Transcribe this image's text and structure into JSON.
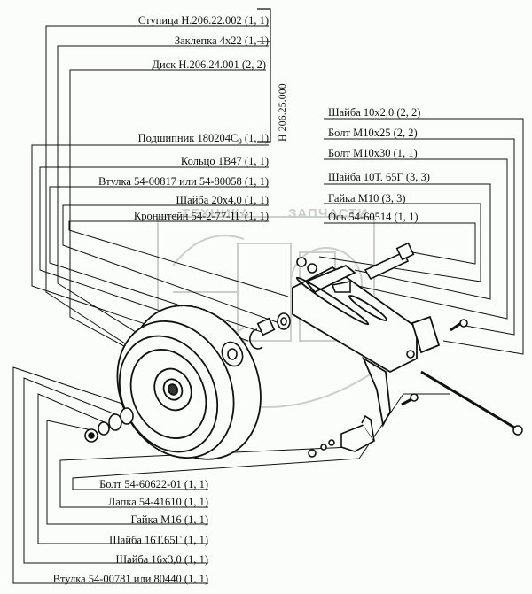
{
  "diagram": {
    "assembly_code": "Н 206.25.000",
    "watermark": {
      "left": "ТЕХНИКА",
      "right": "ЗАПЧАСТИ",
      "logo": "ЭЛП"
    },
    "colors": {
      "background": "#fbfdfb",
      "line": "#111111",
      "watermark": "#c9cfc9"
    },
    "labels_top_left": [
      {
        "name": "Ступица Н.206.22.002",
        "qty": "(1, 1)"
      },
      {
        "name": "Заклепка 4х22",
        "qty": "(1, 1)"
      },
      {
        "name": "Диск Н.206.24.001",
        "qty": "(2, 2)"
      },
      {
        "name": "Подшипник 180204С",
        "sub": "9",
        "qty": "(1, 1)"
      },
      {
        "name": "Кольцо 1В47",
        "qty": "(1, 1)"
      },
      {
        "name": "Втулка 54-00817 или 54-80058",
        "qty": "(1, 1)"
      },
      {
        "name": "Шайба 20х4,0",
        "qty": "(1, 1)"
      },
      {
        "name": "Кронштейн 54-2-77-1Г",
        "qty": "(1, 1)"
      }
    ],
    "labels_right": [
      {
        "name": "Шайба 10х2,0",
        "qty": "(2, 2)"
      },
      {
        "name": "Болт М10х25",
        "qty": "(2, 2)"
      },
      {
        "name": "Болт М10х30",
        "qty": "(1, 1)"
      },
      {
        "name": "Шайба 10Т. 65Г",
        "qty": "(3, 3)"
      },
      {
        "name": "Гайка М10",
        "qty": "(3, 3)"
      },
      {
        "name": "Ось 54-60514",
        "qty": "(1, 1)"
      }
    ],
    "labels_bottom": [
      {
        "name": "Болт 54-60622-01",
        "qty": "(1, 1)"
      },
      {
        "name": "Лапка 54-41610",
        "qty": "(1, 1)"
      },
      {
        "name": "Гайка М16",
        "qty": "(1, 1)"
      },
      {
        "name": "Шайба 16Т.65Г",
        "qty": "(1, 1)"
      },
      {
        "name": "Шайба 16х3,0",
        "qty": "(1, 1)"
      },
      {
        "name": "Втулка 54-00781 или 80440",
        "qty": "(1, 1)"
      }
    ]
  }
}
